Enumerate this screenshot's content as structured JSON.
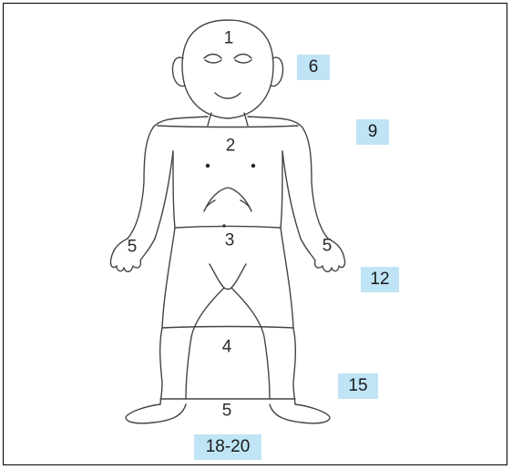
{
  "colors": {
    "badge": "#bfe4f6",
    "outline": "#444444"
  },
  "region_labels": {
    "head": "1",
    "torso": "2",
    "pelvis": "3",
    "hand_left": "5",
    "hand_right": "5",
    "lower_leg": "4",
    "foot": "5"
  },
  "age_badges": {
    "age_6": "6",
    "age_9": "9",
    "age_12": "12",
    "age_15": "15",
    "age_18_20": "18-20"
  }
}
